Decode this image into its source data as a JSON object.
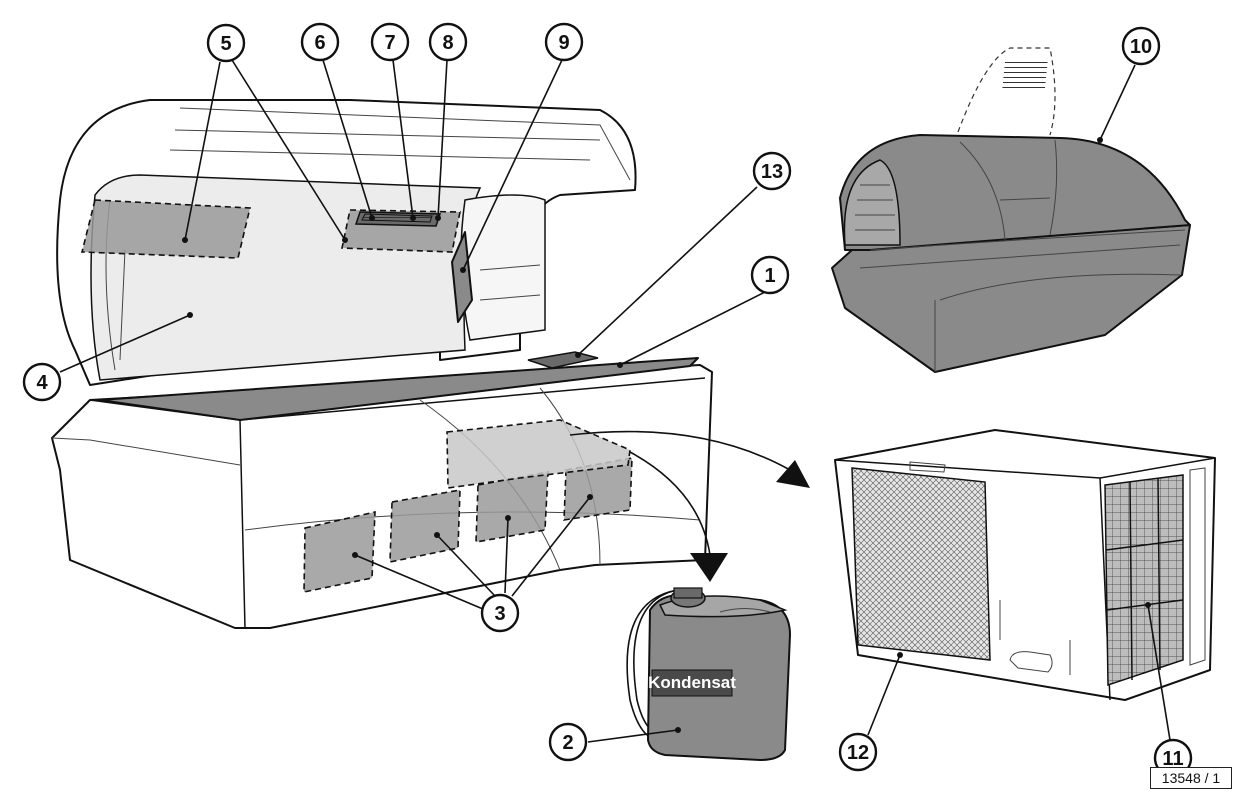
{
  "callouts": [
    {
      "id": "c1",
      "label": "1"
    },
    {
      "id": "c2",
      "label": "2"
    },
    {
      "id": "c3",
      "label": "3"
    },
    {
      "id": "c4",
      "label": "4"
    },
    {
      "id": "c5",
      "label": "5"
    },
    {
      "id": "c6",
      "label": "6"
    },
    {
      "id": "c7",
      "label": "7"
    },
    {
      "id": "c8",
      "label": "8"
    },
    {
      "id": "c9",
      "label": "9"
    },
    {
      "id": "c10",
      "label": "10"
    },
    {
      "id": "c11",
      "label": "11"
    },
    {
      "id": "c12",
      "label": "12"
    },
    {
      "id": "c13",
      "label": "13"
    }
  ],
  "canister_label": "Kondensat",
  "figure_ref": "13548 / 1",
  "colors": {
    "zone_fill": "#9a9a9a",
    "outline": "#111111",
    "background": "#ffffff"
  }
}
